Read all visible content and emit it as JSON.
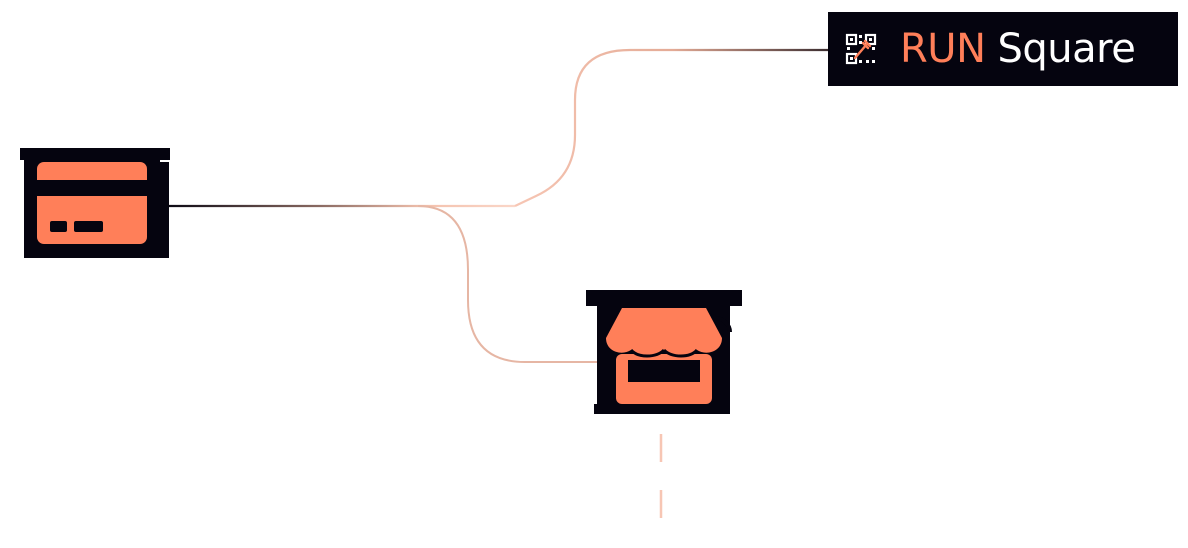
{
  "brand": {
    "primary_word": "RUN",
    "secondary_word": "Square",
    "logo_icon": "qr-code-fork-icon"
  },
  "nodes": [
    {
      "id": "card",
      "icon": "credit-card-icon"
    },
    {
      "id": "store",
      "icon": "storefront-icon"
    },
    {
      "id": "brand",
      "icon": "qr-code-fork-icon"
    }
  ],
  "colors": {
    "accent": "#ff7f59",
    "dark": "#05040f",
    "connector_light": "#f7c6b4",
    "connector_mid": "#e2b09f",
    "connector_dark": "#1a1114"
  }
}
